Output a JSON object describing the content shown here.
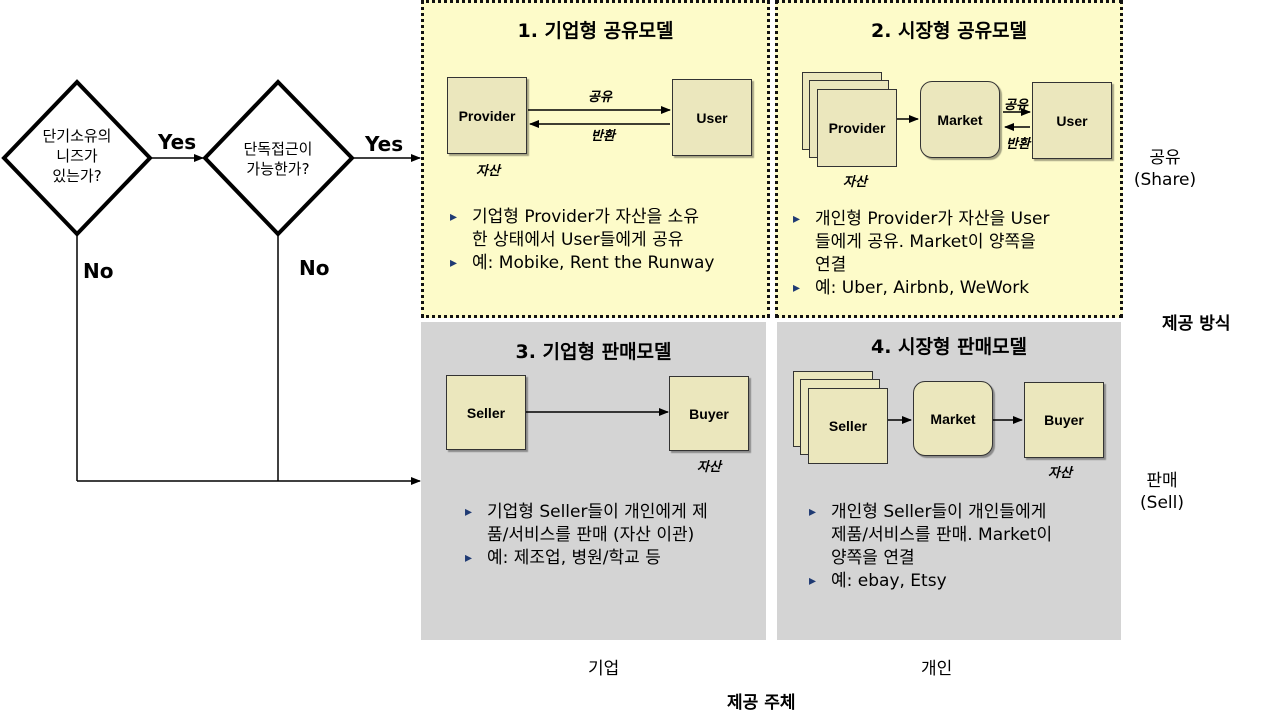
{
  "flowchart": {
    "q1": [
      "단기소유의",
      "니즈가",
      "있는가?"
    ],
    "q2": [
      "단독접근이",
      "가능한가?"
    ],
    "yes1": "Yes",
    "yes2": "Yes",
    "no1": "No",
    "no2": "No"
  },
  "panel1": {
    "title": "1. 기업형 공유모델",
    "provider": "Provider",
    "user": "User",
    "share_label": "공유",
    "return_label": "반환",
    "asset_label": "자산",
    "bullets": [
      "기업형 Provider가 자산을 소유",
      "한 상태에서 User들에게 공유",
      "예: Mobike, Rent the Runway"
    ]
  },
  "panel2": {
    "title": "2. 시장형 공유모델",
    "provider": "Provider",
    "market": "Market",
    "user": "User",
    "share_label": "공유",
    "return_label": "반환",
    "asset_label": "자산",
    "bullets": [
      "개인형 Provider가 자산을 User",
      "들에게 공유. Market이 양쪽을",
      "연결",
      "예: Uber, Airbnb, WeWork"
    ]
  },
  "panel3": {
    "title": "3. 기업형 판매모델",
    "seller": "Seller",
    "buyer": "Buyer",
    "asset_label": "자산",
    "bullets": [
      "기업형 Seller들이 개인에게 제",
      "품/서비스를 판매 (자산 이관)",
      "예: 제조업, 병원/학교 등"
    ]
  },
  "panel4": {
    "title": "4. 시장형 판매모델",
    "seller": "Seller",
    "market": "Market",
    "buyer": "Buyer",
    "asset_label": "자산",
    "bullets": [
      "개인형 Seller들이 개인들에게",
      "제품/서비스를 판매. Market이",
      "양쪽을 연결",
      "예: ebay, Etsy"
    ]
  },
  "axis": {
    "share": [
      "공유",
      "(Share)"
    ],
    "sell": [
      "판매",
      "(Sell)"
    ],
    "method": "제공 방식",
    "corp": "기업",
    "indiv": "개인",
    "provider_axis": "제공 주체"
  }
}
